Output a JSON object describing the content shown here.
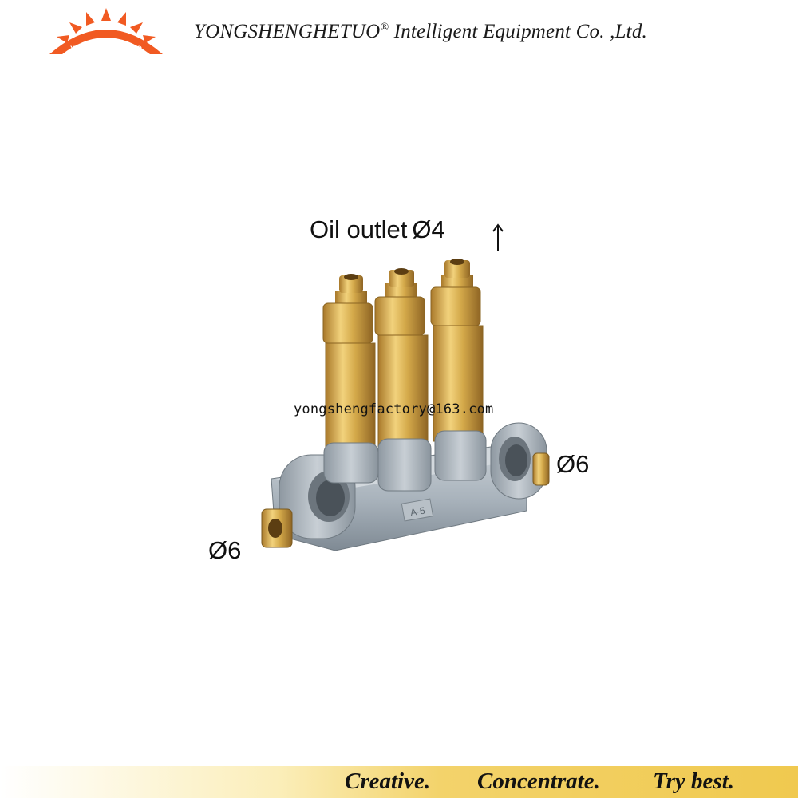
{
  "header": {
    "logo_text": "YONGSHENGHETUO",
    "company_name": "YONGSHENGHETUO",
    "registered_mark": "®",
    "company_suffix": " Intelligent Equipment Co. ,Ltd."
  },
  "diagram": {
    "oil_outlet_label": "Oil outlet",
    "outlet_diameter": "Ø4",
    "inlet_right_diameter": "Ø6",
    "inlet_left_diameter": "Ø6",
    "body_marking": "A-5",
    "watermark_email": "yongshengfactory@163.com"
  },
  "footer": {
    "slogans": [
      "Creative.",
      "Concentrate.",
      "Try best."
    ]
  },
  "colors": {
    "logo_orange": "#f15a22",
    "brass": "#d4a94a",
    "aluminum": "#a9b3bc",
    "footer_gold": "#f3d36b"
  },
  "icons": {
    "logo": "gear-sunburst-logo-icon",
    "arrow": "up-arrow-icon"
  }
}
